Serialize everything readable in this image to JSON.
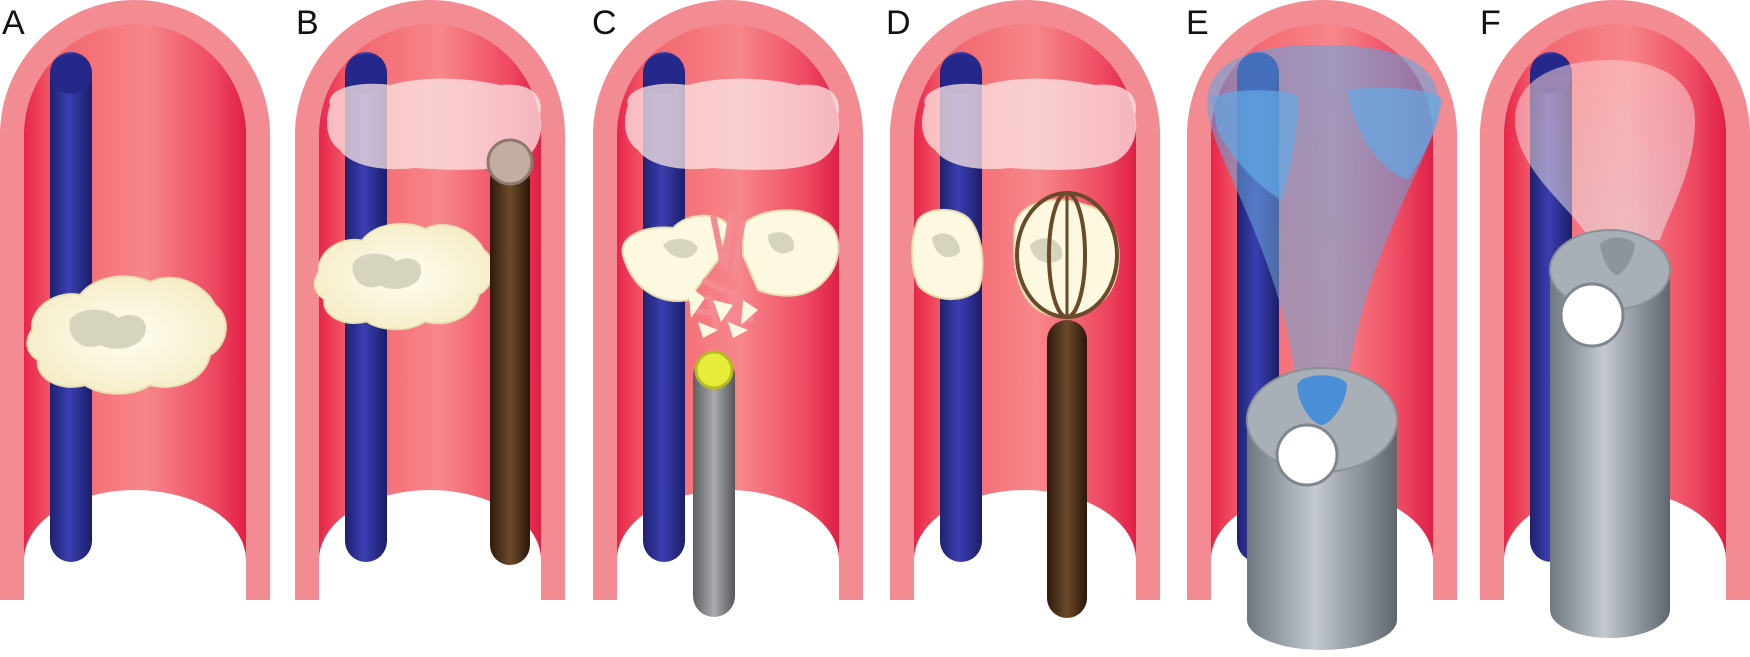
{
  "figure": {
    "panels": [
      {
        "label": "A",
        "stone": "intact",
        "device": "none"
      },
      {
        "label": "B",
        "stone": "intact",
        "device": "dark-probe"
      },
      {
        "label": "C",
        "stone": "fragmenting",
        "device": "grey-probe-yellow-tip"
      },
      {
        "label": "D",
        "stone": "fragments-in-basket",
        "device": "basket"
      },
      {
        "label": "E",
        "stone": "none",
        "device": "scope-with-blue-cone"
      },
      {
        "label": "F",
        "stone": "none",
        "device": "scope-with-pink-cone"
      }
    ],
    "colors": {
      "outer_wall": "#f38b92",
      "lumen_edge": "#e8254a",
      "lumen_center": "#f7878b",
      "blue_tube": "#262a8c",
      "stone": "#fbf6dc",
      "stone_core": "#d6d4bd",
      "brown_probe": "#4a2e1a",
      "grey_probe": "#8a8c90",
      "yellow_tip": "#e6ec3a",
      "scope_grey": "#9aa2aa",
      "blue_beam": "#4a8fd8"
    }
  }
}
